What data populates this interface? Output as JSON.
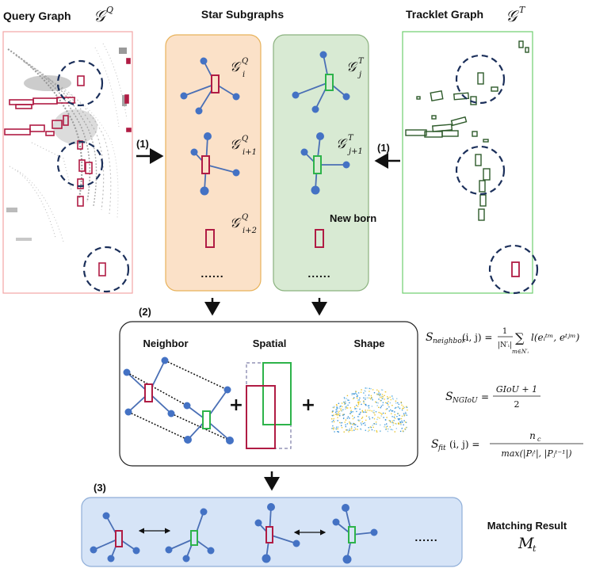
{
  "headers": {
    "query_graph": "Query Graph",
    "query_symbol": "𝒢",
    "query_sup": "Q",
    "star_subgraphs": "Star Subgraphs",
    "tracklet_graph": "Tracklet Graph",
    "tracklet_symbol": "𝒢",
    "tracklet_sup": "T"
  },
  "query_star": {
    "g1": {
      "sym": "𝒢",
      "sup": "Q",
      "sub": "i"
    },
    "g2": {
      "sym": "𝒢",
      "sup": "Q",
      "sub": "i+1"
    },
    "g3": {
      "sym": "𝒢",
      "sup": "Q",
      "sub": "i+2"
    },
    "ellipsis": "......"
  },
  "tracklet_star": {
    "g1": {
      "sym": "𝒢",
      "sup": "T",
      "sub": "j"
    },
    "g2": {
      "sym": "𝒢",
      "sup": "T",
      "sub": "j+1"
    },
    "new_born": "New born",
    "ellipsis": "......"
  },
  "steps": {
    "step1_left": "(1)",
    "step1_right": "(1)",
    "step2": "(2)",
    "step3": "(3)"
  },
  "matching": {
    "neighbor": "Neighbor",
    "spatial": "Spatial",
    "shape": "Shape",
    "plus": "+"
  },
  "result": {
    "title": "Matching Result",
    "symbol": "M",
    "sub": "t",
    "ellipsis": "......"
  },
  "equations": {
    "neighbor": {
      "lhs": "S",
      "lhs_sub": "neighbor",
      "args": "(i, j) =",
      "frac_num": "1",
      "frac_den": "|N′ᵢ|",
      "sum": "∑",
      "sum_sub": "m∈N′ᵢ",
      "term": "l(eᵢᵗᵐ, eᵗʲᵐ)"
    },
    "ngiou": {
      "lhs": "S",
      "lhs_sub": "NGIoU",
      "eq": "=",
      "num": "GIoU + 1",
      "den": "2"
    },
    "fit": {
      "lhs": "S",
      "lhs_sub": "fit",
      "args": "(i, j) =",
      "num": "n",
      "num_sub": "c",
      "den": "max(|Pᵢᵗ|, |Pⱼᵗ⁻¹|)"
    }
  },
  "colors": {
    "query_box": "#b01c44",
    "tracklet_box": "#2db34a",
    "node": "#4472c4",
    "edge": "#4a6fb5",
    "tracklet_dark": "#2e5a2a",
    "orange_panel": "#fbe1c8",
    "orange_border": "#e8b25a",
    "green_panel": "#d8ead3",
    "green_border": "#8bb27f",
    "blue_panel": "#d6e4f7",
    "blue_border": "#8faed8",
    "query_frame": "#f2a5a5",
    "tracklet_frame": "#6fce6f",
    "dashed_circle": "#1b2f5a"
  }
}
